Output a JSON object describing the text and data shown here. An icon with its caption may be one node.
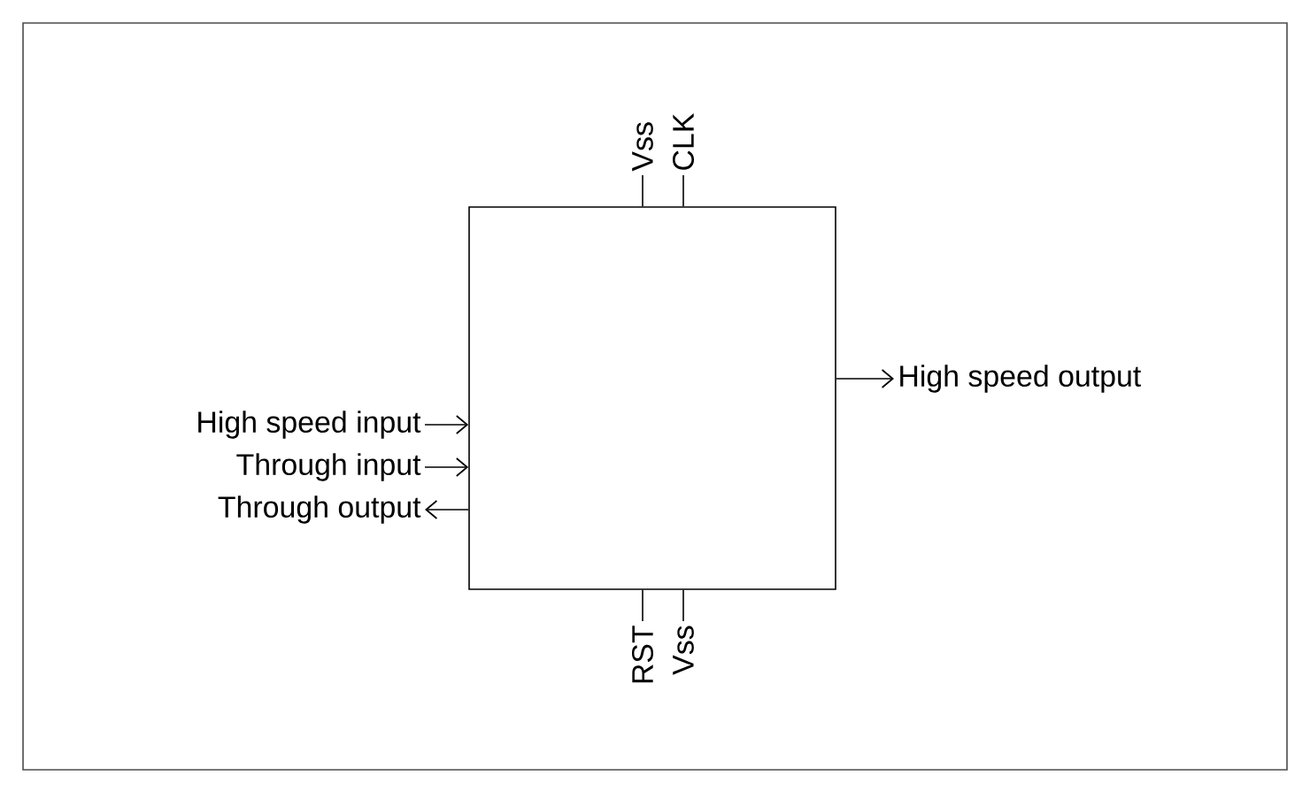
{
  "diagram": {
    "nodes": [
      {
        "text": [],
        "shape": "box"
      },
      {
        "text": [
          "Vss"
        ]
      },
      {
        "text": [
          "CLK"
        ]
      },
      {
        "text": [
          "High speed input"
        ]
      },
      {
        "text": [
          "Through input"
        ]
      },
      {
        "text": [
          "Through output"
        ]
      },
      {
        "text": [
          "High speed output"
        ]
      },
      {
        "text": [
          "RST"
        ]
      },
      {
        "text": [
          "Vss"
        ]
      }
    ],
    "edges": [
      {
        "from": 1,
        "to": 0,
        "arrow": "none"
      },
      {
        "from": 2,
        "to": 0,
        "arrow": "none"
      },
      {
        "from": 3,
        "to": 0,
        "arrow": "to"
      },
      {
        "from": 4,
        "to": 0,
        "arrow": "to"
      },
      {
        "from": 0,
        "to": 5,
        "arrow": "to"
      },
      {
        "from": 0,
        "to": 6,
        "arrow": "to"
      },
      {
        "from": 7,
        "to": 0,
        "arrow": "none"
      },
      {
        "from": 8,
        "to": 0,
        "arrow": "none"
      }
    ]
  }
}
